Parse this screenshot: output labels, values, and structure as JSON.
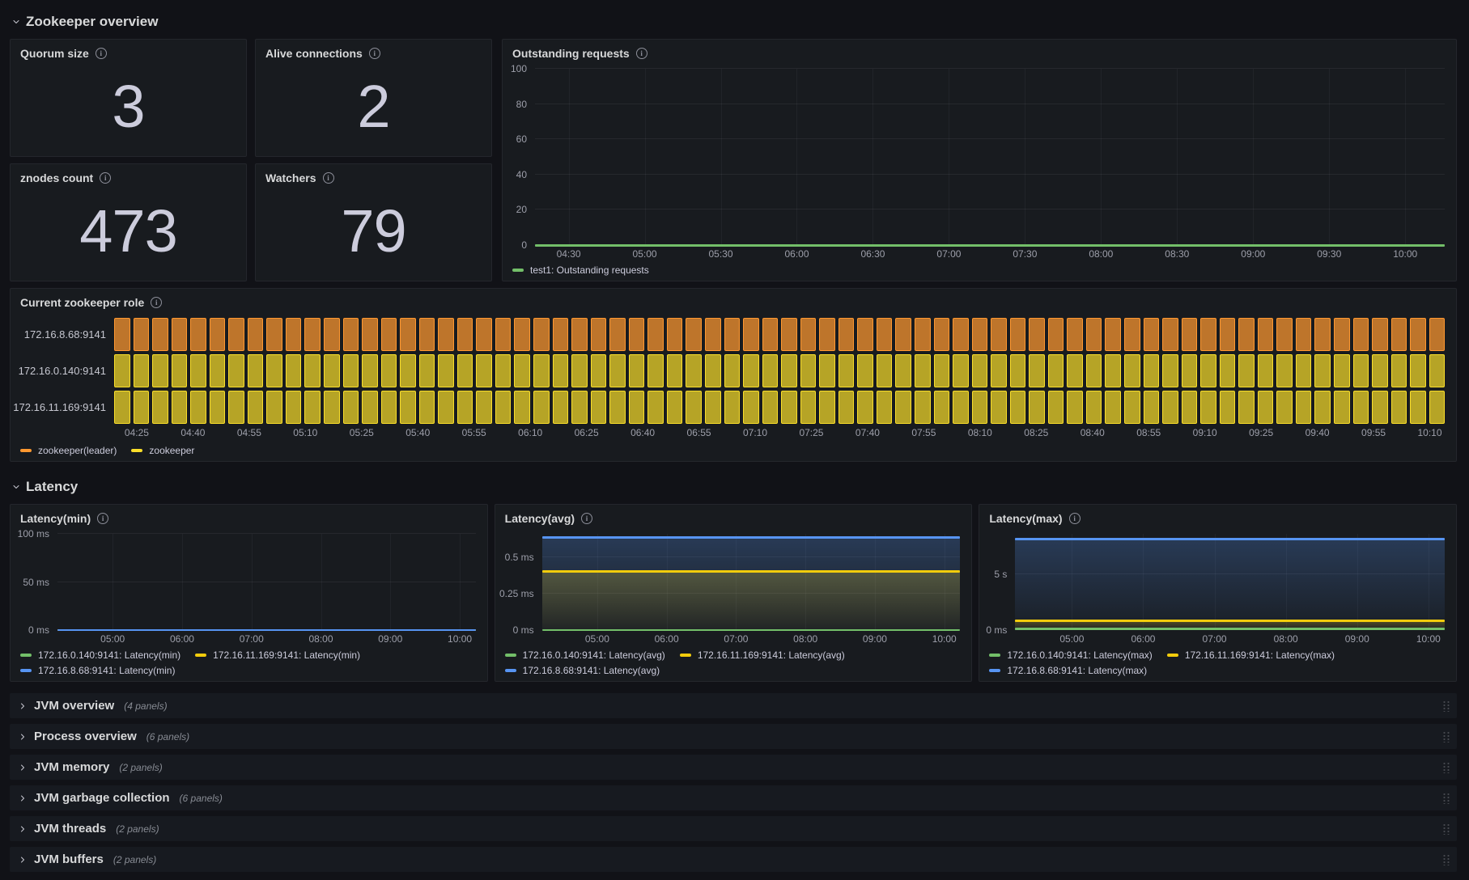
{
  "sections": {
    "overview": {
      "title": "Zookeeper overview"
    },
    "latency": {
      "title": "Latency"
    }
  },
  "stat_panels": [
    {
      "title": "Quorum size",
      "value": "3"
    },
    {
      "title": "Alive connections",
      "value": "2"
    },
    {
      "title": "znodes count",
      "value": "473"
    },
    {
      "title": "Watchers",
      "value": "79"
    }
  ],
  "collapsed_rows": [
    {
      "title": "JVM overview",
      "count": "(4 panels)"
    },
    {
      "title": "Process overview",
      "count": "(6 panels)"
    },
    {
      "title": "JVM memory",
      "count": "(2 panels)"
    },
    {
      "title": "JVM garbage collection",
      "count": "(6 panels)"
    },
    {
      "title": "JVM threads",
      "count": "(2 panels)"
    },
    {
      "title": "JVM buffers",
      "count": "(2 panels)"
    }
  ],
  "colors": {
    "green": "#73bf69",
    "yellow": "#f2cc0c",
    "blue": "#5794f2",
    "orange": "#ff9830",
    "timeline_yellow": "#fade2a"
  },
  "chart_data": [
    {
      "id": "outstanding",
      "type": "line",
      "title": "Outstanding requests",
      "ylim": [
        0,
        100
      ],
      "ylabel_w": 40,
      "grid": true,
      "legend_position": "bottom",
      "yticks": [
        {
          "v": 0,
          "label": "0"
        },
        {
          "v": 20,
          "label": "20"
        },
        {
          "v": 40,
          "label": "40"
        },
        {
          "v": 60,
          "label": "60"
        },
        {
          "v": 80,
          "label": "80"
        },
        {
          "v": 100,
          "label": "100"
        }
      ],
      "xticks": [
        "04:30",
        "05:00",
        "05:30",
        "06:00",
        "06:30",
        "07:00",
        "07:30",
        "08:00",
        "08:30",
        "09:00",
        "09:30",
        "10:00"
      ],
      "xtick_first_pct": 3.7,
      "xtick_step_pct": 8.36,
      "series": [
        {
          "name": "test1: Outstanding requests",
          "color": "#73bf69",
          "value": 0,
          "fill": false,
          "width": 3
        }
      ],
      "legend": [
        {
          "label": "test1: Outstanding requests",
          "color": "#73bf69"
        }
      ]
    },
    {
      "id": "role",
      "type": "state-timeline",
      "title": "Current zookeeper role",
      "segments": 70,
      "rows": [
        {
          "label": "172.16.8.68:9141",
          "state": "zookeeper(leader)",
          "fill": "rgba(255,152,48,0.72)",
          "border": "#ff9830"
        },
        {
          "label": "172.16.0.140:9141",
          "state": "zookeeper",
          "fill": "rgba(250,222,42,0.70)",
          "border": "#fade2a"
        },
        {
          "label": "172.16.11.169:9141",
          "state": "zookeeper",
          "fill": "rgba(250,222,42,0.70)",
          "border": "#fade2a"
        }
      ],
      "xticks": [
        "04:25",
        "04:40",
        "04:55",
        "05:10",
        "05:25",
        "05:40",
        "05:55",
        "06:10",
        "06:25",
        "06:40",
        "06:55",
        "07:10",
        "07:25",
        "07:40",
        "07:55",
        "08:10",
        "08:25",
        "08:40",
        "08:55",
        "09:10",
        "09:25",
        "09:40",
        "09:55",
        "10:10"
      ],
      "xtick_first_pct": 1.7,
      "xtick_step_pct": 4.225,
      "legend": [
        {
          "label": "zookeeper(leader)",
          "color": "#ff9830"
        },
        {
          "label": "zookeeper",
          "color": "#fade2a"
        }
      ]
    },
    {
      "id": "latency_min",
      "type": "line",
      "title": "Latency(min)",
      "ylim": [
        0,
        100
      ],
      "ylabel_w": 58,
      "grid": true,
      "yticks": [
        {
          "v": 0,
          "label": "0 ms"
        },
        {
          "v": 50,
          "label": "50 ms"
        },
        {
          "v": 100,
          "label": "100 ms"
        }
      ],
      "xticks": [
        "05:00",
        "06:00",
        "07:00",
        "08:00",
        "09:00",
        "10:00"
      ],
      "xtick_first_pct": 13.2,
      "xtick_step_pct": 16.6,
      "series": [
        {
          "name": "172.16.0.140:9141: Latency(min)",
          "color": "#73bf69",
          "value": 0,
          "fill": false,
          "width": 2
        },
        {
          "name": "172.16.11.169:9141: Latency(min)",
          "color": "#f2cc0c",
          "value": 0,
          "fill": false,
          "width": 2
        },
        {
          "name": "172.16.8.68:9141: Latency(min)",
          "color": "#5794f2",
          "value": 0,
          "fill": false,
          "width": 2
        }
      ],
      "legend": [
        {
          "label": "172.16.0.140:9141: Latency(min)",
          "color": "#73bf69"
        },
        {
          "label": "172.16.11.169:9141: Latency(min)",
          "color": "#f2cc0c"
        },
        {
          "label": "172.16.8.68:9141: Latency(min)",
          "color": "#5794f2"
        }
      ]
    },
    {
      "id": "latency_avg",
      "type": "line",
      "title": "Latency(avg)",
      "ylim": [
        0,
        0.66
      ],
      "ylabel_w": 58,
      "grid": true,
      "yticks": [
        {
          "v": 0,
          "label": "0 ms"
        },
        {
          "v": 0.25,
          "label": "0.25 ms"
        },
        {
          "v": 0.5,
          "label": "0.5 ms"
        }
      ],
      "xticks": [
        "05:00",
        "06:00",
        "07:00",
        "08:00",
        "09:00",
        "10:00"
      ],
      "xtick_first_pct": 13.2,
      "xtick_step_pct": 16.6,
      "series": [
        {
          "name": "172.16.0.140:9141: Latency(avg)",
          "color": "#73bf69",
          "value": 0,
          "fill": false,
          "width": 2
        },
        {
          "name": "172.16.11.169:9141: Latency(avg)",
          "color": "#f2cc0c",
          "value": 0.4,
          "fill": true,
          "width": 3
        },
        {
          "name": "172.16.8.68:9141: Latency(avg)",
          "color": "#5794f2",
          "value": 0.635,
          "fill": true,
          "width": 3
        }
      ],
      "legend": [
        {
          "label": "172.16.0.140:9141: Latency(avg)",
          "color": "#73bf69"
        },
        {
          "label": "172.16.11.169:9141: Latency(avg)",
          "color": "#f2cc0c"
        },
        {
          "label": "172.16.8.68:9141: Latency(avg)",
          "color": "#5794f2"
        }
      ]
    },
    {
      "id": "latency_max",
      "type": "line",
      "title": "Latency(max)",
      "ylim": [
        0,
        8.6
      ],
      "ylabel_w": 44,
      "grid": true,
      "yticks": [
        {
          "v": 0,
          "label": "0 ms"
        },
        {
          "v": 5,
          "label": "5 s"
        }
      ],
      "xticks": [
        "05:00",
        "06:00",
        "07:00",
        "08:00",
        "09:00",
        "10:00"
      ],
      "xtick_first_pct": 13.2,
      "xtick_step_pct": 16.6,
      "series": [
        {
          "name": "172.16.0.140:9141: Latency(max)",
          "color": "#73bf69",
          "value": 0.12,
          "fill": false,
          "width": 3
        },
        {
          "name": "172.16.11.169:9141: Latency(max)",
          "color": "#f2cc0c",
          "value": 0.85,
          "fill": true,
          "width": 3
        },
        {
          "name": "172.16.8.68:9141: Latency(max)",
          "color": "#5794f2",
          "value": 8.1,
          "fill": true,
          "width": 3
        }
      ],
      "legend": [
        {
          "label": "172.16.0.140:9141: Latency(max)",
          "color": "#73bf69"
        },
        {
          "label": "172.16.11.169:9141: Latency(max)",
          "color": "#f2cc0c"
        },
        {
          "label": "172.16.8.68:9141: Latency(max)",
          "color": "#5794f2"
        }
      ]
    }
  ]
}
